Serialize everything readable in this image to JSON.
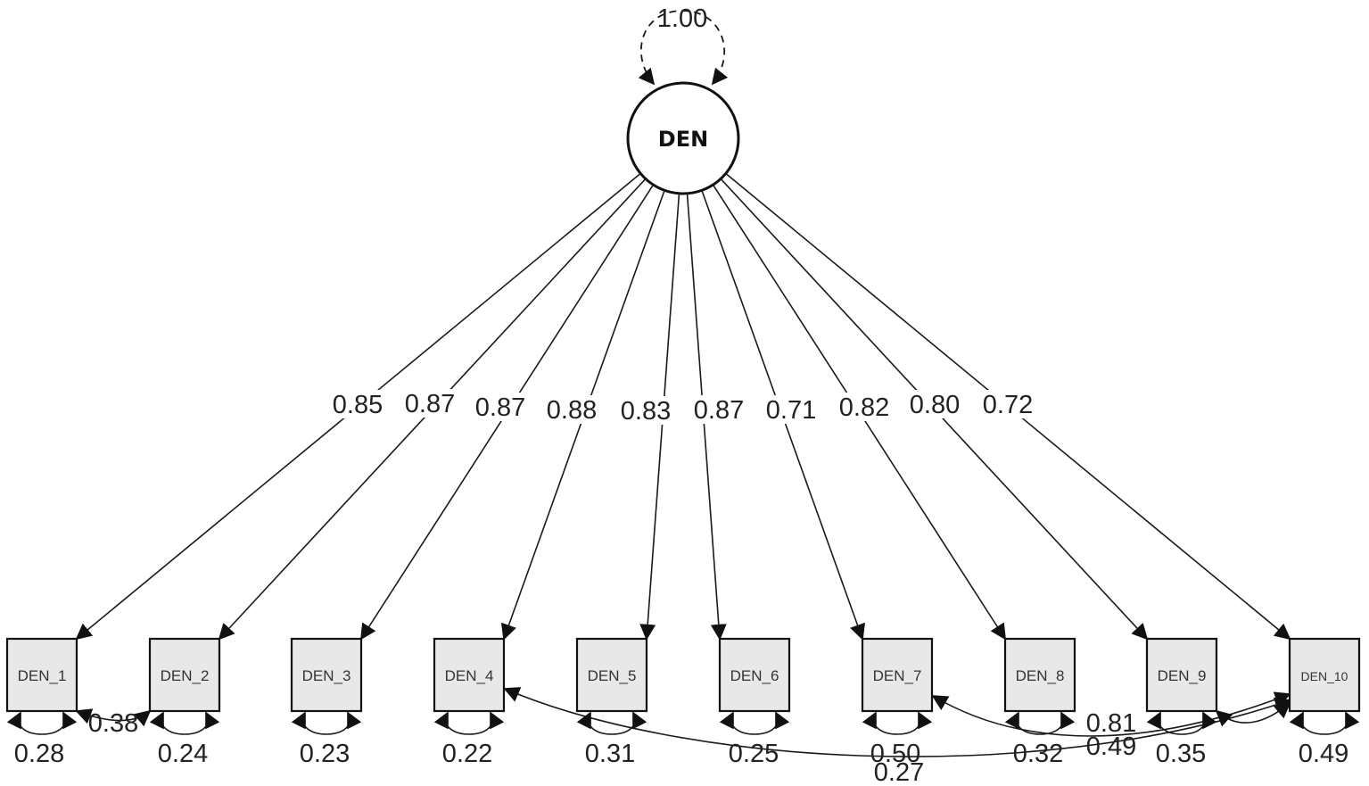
{
  "latent": {
    "name": "DEN",
    "variance": "1.00"
  },
  "indicators": [
    {
      "name": "DEN_1",
      "loading": "0.85",
      "residual": "0.28"
    },
    {
      "name": "DEN_2",
      "loading": "0.87",
      "residual": "0.24"
    },
    {
      "name": "DEN_3",
      "loading": "0.87",
      "residual": "0.23"
    },
    {
      "name": "DEN_4",
      "loading": "0.88",
      "residual": "0.22"
    },
    {
      "name": "DEN_5",
      "loading": "0.83",
      "residual": "0.31"
    },
    {
      "name": "DEN_6",
      "loading": "0.87",
      "residual": "0.25"
    },
    {
      "name": "DEN_7",
      "loading": "0.71",
      "residual": "0.50"
    },
    {
      "name": "DEN_8",
      "loading": "0.82",
      "residual": "0.32"
    },
    {
      "name": "DEN_9",
      "loading": "0.80",
      "residual": "0.35"
    },
    {
      "name": "DEN_10",
      "loading": "0.72",
      "residual": "0.49"
    }
  ],
  "covariances": [
    {
      "from": "DEN_1",
      "to": "DEN_2",
      "value": "0.38"
    },
    {
      "from": "DEN_4",
      "to": "DEN_10",
      "value": "0.27"
    },
    {
      "from": "DEN_7",
      "to": "DEN_10",
      "value": "0.49"
    },
    {
      "from": "DEN_9",
      "to": "DEN_10",
      "value": "0.81"
    }
  ]
}
